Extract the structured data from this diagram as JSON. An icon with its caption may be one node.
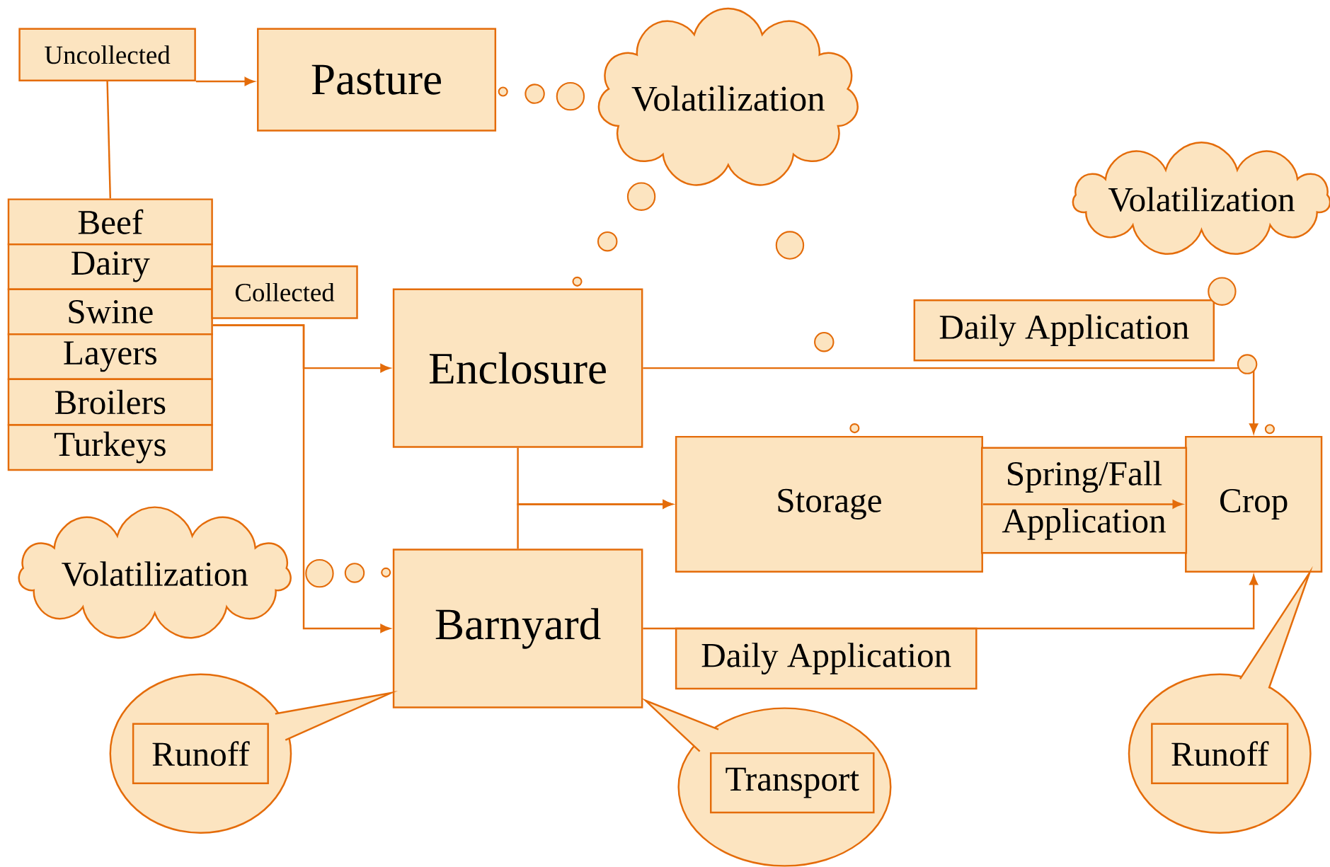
{
  "diagram": {
    "nodes": [
      {
        "text": [
          "Uncollected"
        ]
      },
      {
        "text": [
          "Pasture"
        ]
      },
      {
        "text": [
          "Volatilization"
        ]
      },
      {
        "text": [
          "Volatilization"
        ]
      },
      {
        "text": [
          "Beef"
        ]
      },
      {
        "text": [
          "Dairy"
        ]
      },
      {
        "text": [
          "Swine"
        ]
      },
      {
        "text": [
          "Layers"
        ]
      },
      {
        "text": [
          "Broilers"
        ]
      },
      {
        "text": [
          "Turkeys"
        ]
      },
      {
        "text": [
          "Collected"
        ]
      },
      {
        "text": [
          "Enclosure"
        ]
      },
      {
        "text": [
          "Storage"
        ]
      },
      {
        "text": [
          "Crop"
        ]
      },
      {
        "text": [
          "Volatilization"
        ]
      },
      {
        "text": [
          "Barnyard"
        ]
      },
      {
        "text": [],
        "shape": "circle"
      },
      {
        "text": [
          "Runoff"
        ],
        "in": 16
      },
      {
        "text": [],
        "shape": "circle"
      },
      {
        "text": [
          "Transport"
        ],
        "in": 18
      },
      {
        "text": [],
        "shape": "circle"
      },
      {
        "text": [
          "Runoff"
        ],
        "in": 20
      }
    ],
    "edges": [
      {
        "from": 0,
        "to": 1,
        "arrow": "to"
      },
      {
        "from": 0,
        "to": 4,
        "arrow": "none"
      },
      {
        "from": 6,
        "to": 11,
        "arrow": "to"
      },
      {
        "from": 6,
        "to": 15,
        "arrow": "to"
      },
      {
        "from": 11,
        "to": 13,
        "arrow": "to",
        "label": "Daily Application"
      },
      {
        "from": 11,
        "to": 12,
        "arrow": "to"
      },
      {
        "from": 15,
        "to": 12,
        "arrow": "to"
      },
      {
        "from": 12,
        "to": 13,
        "arrow": "to",
        "label": "Spring/Fall Application"
      },
      {
        "from": 15,
        "to": 13,
        "arrow": "to",
        "label": "Daily Application"
      }
    ]
  }
}
